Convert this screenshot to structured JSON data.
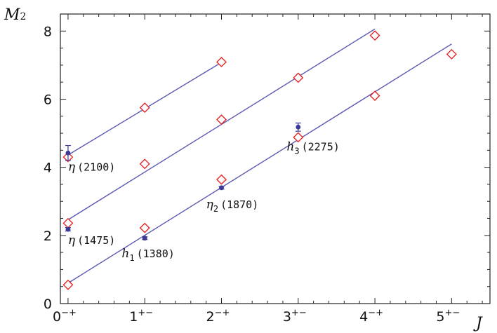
{
  "chart_data": {
    "type": "scatter",
    "ylabel": "M²",
    "ylabel_base": "M",
    "ylabel_sup": "2",
    "xlabel": "J",
    "xlim": [
      -0.1,
      5.5
    ],
    "ylim": [
      0,
      8.5
    ],
    "grid": false,
    "x_ticks": [
      {
        "x": 0,
        "base": "0",
        "sup": "−+"
      },
      {
        "x": 1,
        "base": "1",
        "sup": "+−"
      },
      {
        "x": 2,
        "base": "2",
        "sup": "−+"
      },
      {
        "x": 3,
        "base": "3",
        "sup": "+−"
      },
      {
        "x": 4,
        "base": "4",
        "sup": "−+"
      },
      {
        "x": 5,
        "base": "5",
        "sup": "+−"
      }
    ],
    "y_ticks": [
      0,
      2,
      4,
      6,
      8
    ],
    "trajectories": [
      {
        "line": [
          [
            0,
            4.36
          ],
          [
            2,
            7.08
          ]
        ]
      },
      {
        "line": [
          [
            0,
            2.46
          ],
          [
            4,
            8.06
          ]
        ]
      },
      {
        "line": [
          [
            0,
            0.6
          ],
          [
            5,
            7.62
          ]
        ]
      }
    ],
    "series": [
      {
        "marker": "open-diamond",
        "color": "#e8191b",
        "points": [
          {
            "x": 0,
            "y": 0.55
          },
          {
            "x": 0,
            "y": 2.36
          },
          {
            "x": 0,
            "y": 4.3
          },
          {
            "x": 1,
            "y": 2.22
          },
          {
            "x": 1,
            "y": 4.1
          },
          {
            "x": 1,
            "y": 5.75
          },
          {
            "x": 2,
            "y": 3.64
          },
          {
            "x": 2,
            "y": 5.4
          },
          {
            "x": 2,
            "y": 7.09
          },
          {
            "x": 3,
            "y": 4.88
          },
          {
            "x": 3,
            "y": 6.63
          },
          {
            "x": 4,
            "y": 6.1
          },
          {
            "x": 4,
            "y": 7.87
          },
          {
            "x": 5,
            "y": 7.32
          }
        ]
      },
      {
        "marker": "filled-circle",
        "color": "#3a3a9a",
        "points": [
          {
            "x": 0,
            "y": 4.42,
            "err": 0.22
          },
          {
            "x": 0,
            "y": 2.18,
            "err": 0.05
          },
          {
            "x": 1,
            "y": 1.92,
            "err": 0.04
          },
          {
            "x": 2,
            "y": 3.4,
            "err": 0.04
          },
          {
            "x": 3,
            "y": 5.18,
            "err": 0.12
          }
        ]
      }
    ],
    "annotations": [
      {
        "base": "η",
        "sub": "",
        "paren": "(2100)",
        "x": 0.0,
        "y": 3.9
      },
      {
        "base": "η",
        "sub": "",
        "paren": "(1475)",
        "x": 0.0,
        "y": 1.75
      },
      {
        "base": "h",
        "sub": "1",
        "paren": "(1380)",
        "x": 0.7,
        "y": 1.36
      },
      {
        "base": "η",
        "sub": "2",
        "paren": "(1870)",
        "x": 1.8,
        "y": 2.8
      },
      {
        "base": "h",
        "sub": "3",
        "paren": "(2275)",
        "x": 2.85,
        "y": 4.5
      }
    ],
    "colors": {
      "line": "#5a5ab4",
      "diamond": "#e8191b",
      "dot": "#3a3a9a",
      "axis": "#222222"
    }
  }
}
